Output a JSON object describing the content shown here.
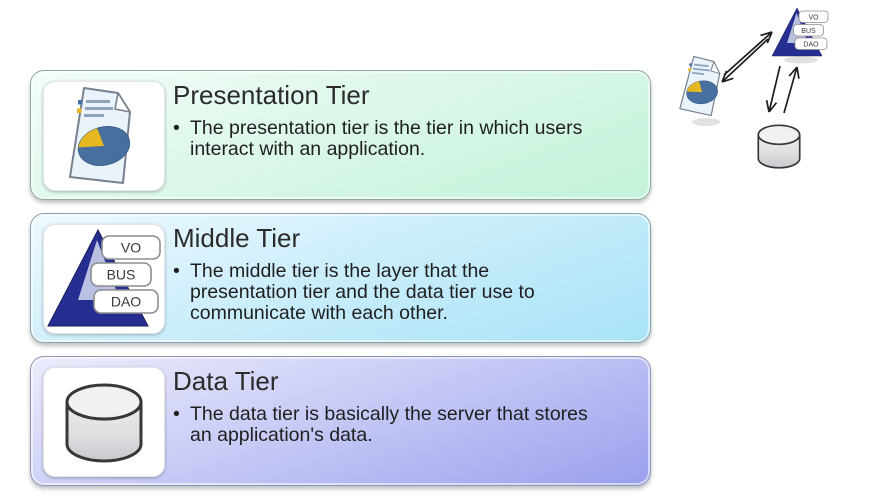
{
  "slide": {
    "background_color": "#ffffff",
    "text_color": "#262626"
  },
  "tiers": [
    {
      "id": "presentation",
      "title": "Presentation Tier",
      "bullet_glyph": "•",
      "description": "The presentation tier is the tier in which users interact with an application.",
      "lines": [
        "The presentation tier is the tier in which users",
        "interact with an application."
      ],
      "icon": "document-pie-chart-icon",
      "colors": {
        "top": "#f3fdf8",
        "bottom": "#c2f2d9",
        "border": "#93a79e"
      }
    },
    {
      "id": "middle",
      "title": "Middle Tier",
      "bullet_glyph": "•",
      "description": "The middle tier is the layer that the presentation tier and the data tier use to communicate with each other.",
      "lines": [
        "The middle tier is the layer that the",
        "presentation tier and the data tier use to",
        "communicate with each other."
      ],
      "icon": "layered-triangle-icon",
      "labels": [
        "VO",
        "BUS",
        "DAO"
      ],
      "colors": {
        "top": "#eefafe",
        "bottom": "#a7e3f6",
        "border": "#8aa2ad",
        "triangle": "#272e91"
      }
    },
    {
      "id": "data",
      "title": "Data Tier",
      "bullet_glyph": "•",
      "description": "The data tier is basically the server that stores an application's data.",
      "lines": [
        "The data tier is basically the server that stores",
        "an application's data."
      ],
      "icon": "database-cylinder-icon",
      "colors": {
        "top": "#ecedfc",
        "bottom": "#9aa0ed",
        "border": "#9095bb"
      }
    }
  ],
  "mini_diagram": {
    "nodes": [
      "document-pie-chart-icon",
      "layered-triangle-icon",
      "database-cylinder-icon"
    ],
    "arrows": [
      "document-to-triangle",
      "triangle-to-document",
      "triangle-to-cylinder",
      "cylinder-to-triangle"
    ],
    "arrow_color": "#1f1f1f"
  }
}
